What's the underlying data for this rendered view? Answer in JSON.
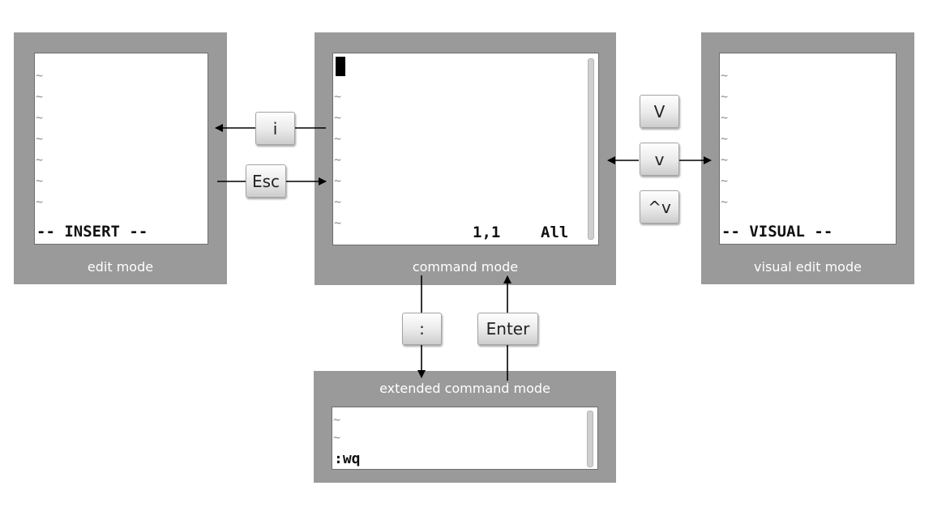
{
  "edit_mode": {
    "caption": "edit mode",
    "tilde": "~",
    "status": "-- INSERT --"
  },
  "command_mode": {
    "caption": "command mode",
    "tilde": "~",
    "position": "1,1",
    "scope": "All"
  },
  "visual_mode": {
    "caption": "visual edit mode",
    "tilde": "~",
    "status": "-- VISUAL --"
  },
  "extended_mode": {
    "caption": "extended command mode",
    "tilde": "~",
    "command": ":wq"
  },
  "keys": {
    "insert": "i",
    "escape": "Esc",
    "visual_line": "V",
    "visual": "v",
    "visual_block": "^v",
    "colon": ":",
    "enter": "Enter"
  },
  "colors": {
    "panel": "#9a9a9a",
    "screen": "#ffffff",
    "tilde": "#8e8e8e"
  }
}
